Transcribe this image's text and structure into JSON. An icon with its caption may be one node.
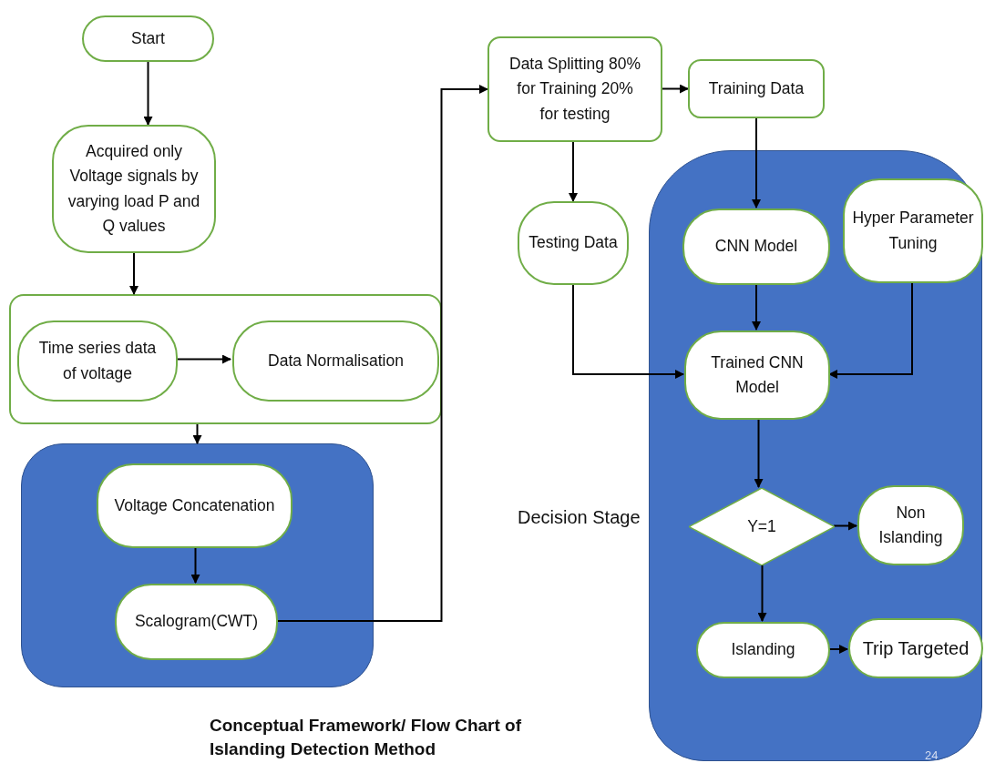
{
  "diagram": {
    "caption": "Conceptual Framework/ Flow Chart of Islanding Detection Method",
    "nodes": [
      {
        "text": [
          "Start"
        ]
      },
      {
        "text": [
          "Acquired only Voltage signals by varying load P and Q values"
        ]
      },
      {
        "text": [],
        "shape": "box"
      },
      {
        "text": [
          "Time series data of voltage"
        ],
        "in": 2
      },
      {
        "text": [
          "Data Normalisation"
        ],
        "in": 2
      },
      {
        "text": [],
        "shape": "box"
      },
      {
        "text": [
          "Voltage Concatenation"
        ],
        "in": 5
      },
      {
        "text": [
          "Scalogram(CWT)"
        ],
        "in": 5
      },
      {
        "text": [
          "Data Splitting 80% for Training 20% for testing"
        ]
      },
      {
        "text": [
          "Training Data"
        ]
      },
      {
        "text": [
          "Testing Data"
        ]
      },
      {
        "text": [],
        "shape": "box"
      },
      {
        "text": [
          "CNN Model"
        ],
        "in": 11
      },
      {
        "text": [
          "Hyper Parameter Tuning"
        ],
        "in": 11
      },
      {
        "text": [
          "Trained CNN Model"
        ],
        "in": 11
      },
      {
        "text": [
          "Y=1"
        ],
        "in": 11
      },
      {
        "text": [
          "Non Islanding"
        ],
        "in": 11
      },
      {
        "text": [
          "Islanding"
        ],
        "in": 11
      },
      {
        "text": [
          "Trip Targeted"
        ],
        "in": 11
      }
    ],
    "edges": [
      {
        "from": 0,
        "to": 1,
        "arrow": "to"
      },
      {
        "from": 1,
        "to": 2,
        "arrow": "to"
      },
      {
        "from": 3,
        "to": 4,
        "arrow": "to"
      },
      {
        "from": 2,
        "to": 5,
        "arrow": "to"
      },
      {
        "from": 6,
        "to": 7,
        "arrow": "to"
      },
      {
        "from": 7,
        "to": 8,
        "arrow": "to"
      },
      {
        "from": 8,
        "to": 9,
        "arrow": "to"
      },
      {
        "from": 8,
        "to": 10,
        "arrow": "to"
      },
      {
        "from": 9,
        "to": 12,
        "arrow": "to"
      },
      {
        "from": 12,
        "to": 14,
        "arrow": "to"
      },
      {
        "from": 13,
        "to": 14,
        "arrow": "to"
      },
      {
        "from": 10,
        "to": 14,
        "arrow": "to"
      },
      {
        "from": 14,
        "to": 15,
        "arrow": "to"
      },
      {
        "from": 15,
        "to": 16,
        "arrow": "to"
      },
      {
        "from": 15,
        "to": 17,
        "arrow": "to"
      },
      {
        "from": 17,
        "to": 18,
        "arrow": "to"
      }
    ],
    "labels": [
      "Decision Stage",
      "24"
    ]
  }
}
